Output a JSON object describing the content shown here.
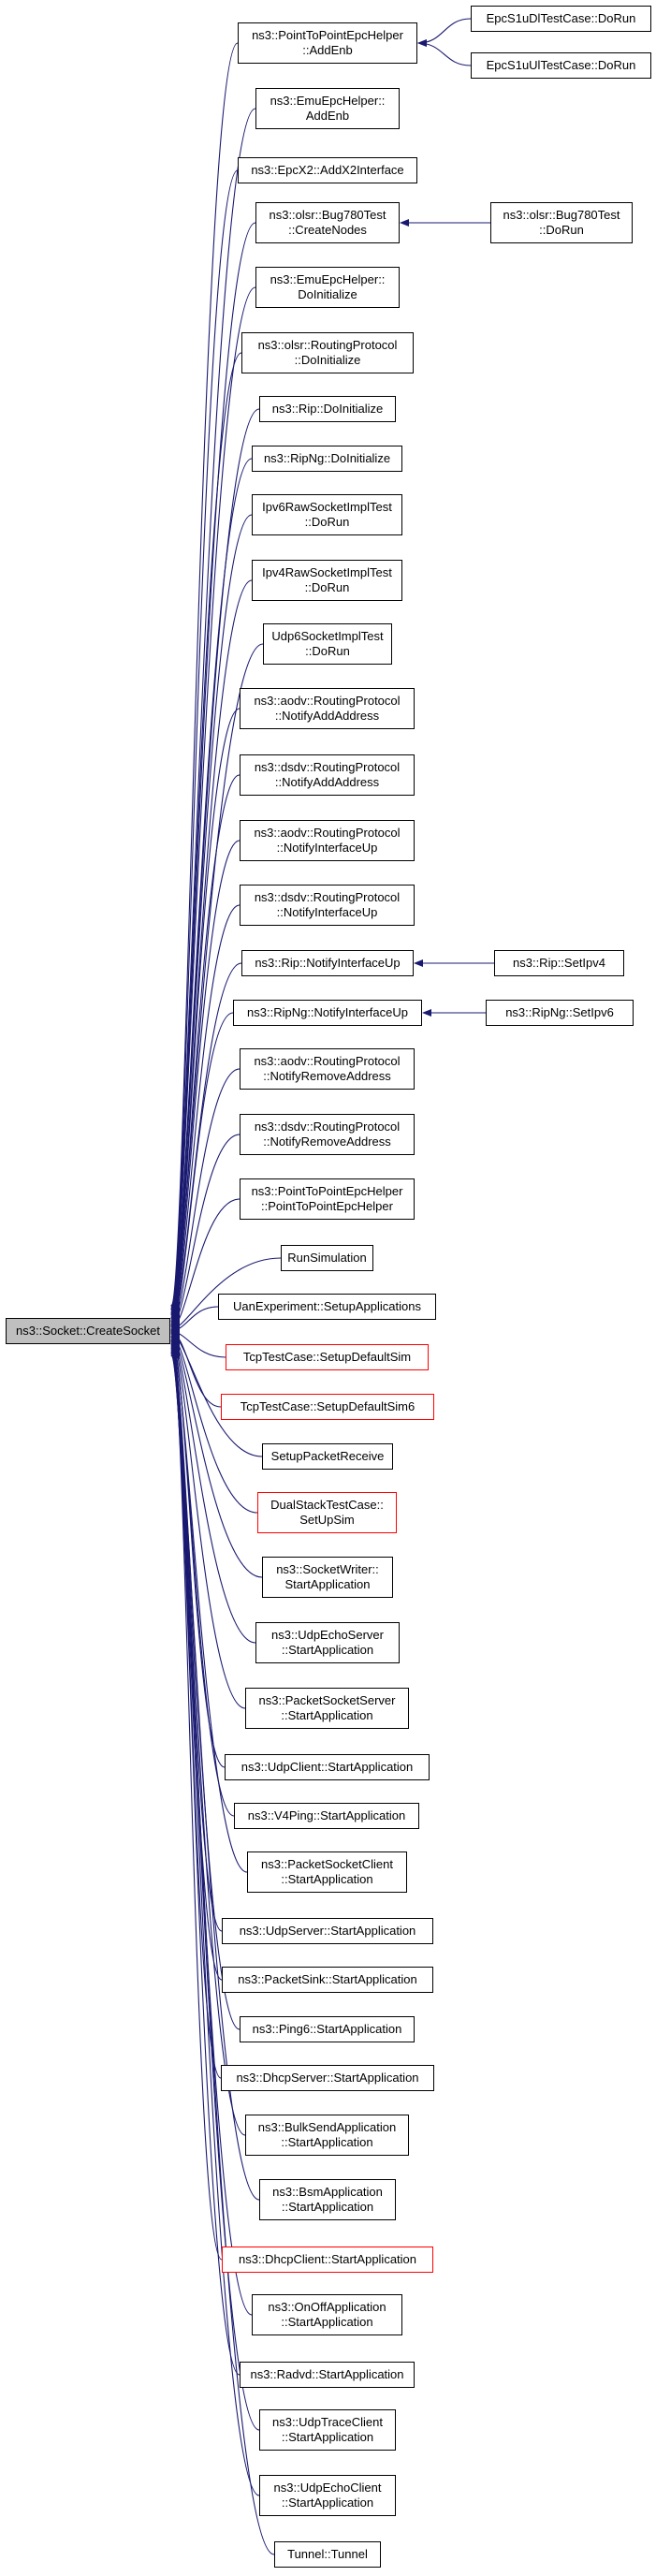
{
  "colors": {
    "edge": "#191970",
    "border": "#000000",
    "red_border": "#ff0000",
    "root_fill": "#bfbfbf"
  },
  "root": {
    "label": "ns3::Socket::CreateSocket"
  },
  "callers": [
    {
      "id": "c0",
      "lines": [
        "ns3::PointToPointEpcHelper",
        "::AddEnb"
      ]
    },
    {
      "id": "c1",
      "lines": [
        "ns3::EmuEpcHelper::",
        "AddEnb"
      ]
    },
    {
      "id": "c2",
      "lines": [
        "ns3::EpcX2::AddX2Interface"
      ]
    },
    {
      "id": "c3",
      "lines": [
        "ns3::olsr::Bug780Test",
        "::CreateNodes"
      ]
    },
    {
      "id": "c4",
      "lines": [
        "ns3::EmuEpcHelper::",
        "DoInitialize"
      ]
    },
    {
      "id": "c5",
      "lines": [
        "ns3::olsr::RoutingProtocol",
        "::DoInitialize"
      ]
    },
    {
      "id": "c6",
      "lines": [
        "ns3::Rip::DoInitialize"
      ]
    },
    {
      "id": "c7",
      "lines": [
        "ns3::RipNg::DoInitialize"
      ]
    },
    {
      "id": "c8",
      "lines": [
        "Ipv6RawSocketImplTest",
        "::DoRun"
      ]
    },
    {
      "id": "c9",
      "lines": [
        "Ipv4RawSocketImplTest",
        "::DoRun"
      ]
    },
    {
      "id": "c10",
      "lines": [
        "Udp6SocketImplTest",
        "::DoRun"
      ]
    },
    {
      "id": "c11",
      "lines": [
        "ns3::aodv::RoutingProtocol",
        "::NotifyAddAddress"
      ]
    },
    {
      "id": "c12",
      "lines": [
        "ns3::dsdv::RoutingProtocol",
        "::NotifyAddAddress"
      ]
    },
    {
      "id": "c13",
      "lines": [
        "ns3::aodv::RoutingProtocol",
        "::NotifyInterfaceUp"
      ]
    },
    {
      "id": "c14",
      "lines": [
        "ns3::dsdv::RoutingProtocol",
        "::NotifyInterfaceUp"
      ]
    },
    {
      "id": "c15",
      "lines": [
        "ns3::Rip::NotifyInterfaceUp"
      ]
    },
    {
      "id": "c16",
      "lines": [
        "ns3::RipNg::NotifyInterfaceUp"
      ]
    },
    {
      "id": "c17",
      "lines": [
        "ns3::aodv::RoutingProtocol",
        "::NotifyRemoveAddress"
      ]
    },
    {
      "id": "c18",
      "lines": [
        "ns3::dsdv::RoutingProtocol",
        "::NotifyRemoveAddress"
      ]
    },
    {
      "id": "c19",
      "lines": [
        "ns3::PointToPointEpcHelper",
        "::PointToPointEpcHelper"
      ]
    },
    {
      "id": "c20",
      "lines": [
        "RunSimulation"
      ]
    },
    {
      "id": "c21",
      "lines": [
        "UanExperiment::SetupApplications"
      ]
    },
    {
      "id": "c22",
      "lines": [
        "TcpTestCase::SetupDefaultSim"
      ],
      "red": true
    },
    {
      "id": "c23",
      "lines": [
        "TcpTestCase::SetupDefaultSim6"
      ],
      "red": true
    },
    {
      "id": "c24",
      "lines": [
        "SetupPacketReceive"
      ]
    },
    {
      "id": "c25",
      "lines": [
        "DualStackTestCase::",
        "SetUpSim"
      ],
      "red": true
    },
    {
      "id": "c26",
      "lines": [
        "ns3::SocketWriter::",
        "StartApplication"
      ]
    },
    {
      "id": "c27",
      "lines": [
        "ns3::UdpEchoServer",
        "::StartApplication"
      ]
    },
    {
      "id": "c28",
      "lines": [
        "ns3::PacketSocketServer",
        "::StartApplication"
      ]
    },
    {
      "id": "c29",
      "lines": [
        "ns3::UdpClient::StartApplication"
      ]
    },
    {
      "id": "c30",
      "lines": [
        "ns3::V4Ping::StartApplication"
      ]
    },
    {
      "id": "c31",
      "lines": [
        "ns3::PacketSocketClient",
        "::StartApplication"
      ]
    },
    {
      "id": "c32",
      "lines": [
        "ns3::UdpServer::StartApplication"
      ]
    },
    {
      "id": "c33",
      "lines": [
        "ns3::PacketSink::StartApplication"
      ]
    },
    {
      "id": "c34",
      "lines": [
        "ns3::Ping6::StartApplication"
      ]
    },
    {
      "id": "c35",
      "lines": [
        "ns3::DhcpServer::StartApplication"
      ]
    },
    {
      "id": "c36",
      "lines": [
        "ns3::BulkSendApplication",
        "::StartApplication"
      ]
    },
    {
      "id": "c37",
      "lines": [
        "ns3::BsmApplication",
        "::StartApplication"
      ]
    },
    {
      "id": "c38",
      "lines": [
        "ns3::DhcpClient::StartApplication"
      ],
      "red": true
    },
    {
      "id": "c39",
      "lines": [
        "ns3::OnOffApplication",
        "::StartApplication"
      ]
    },
    {
      "id": "c40",
      "lines": [
        "ns3::Radvd::StartApplication"
      ]
    },
    {
      "id": "c41",
      "lines": [
        "ns3::UdpTraceClient",
        "::StartApplication"
      ]
    },
    {
      "id": "c42",
      "lines": [
        "ns3::UdpEchoClient",
        "::StartApplication"
      ]
    },
    {
      "id": "c43",
      "lines": [
        "Tunnel::Tunnel"
      ]
    }
  ],
  "outer": [
    {
      "id": "o0",
      "lines": [
        "EpcS1uDlTestCase::DoRun"
      ],
      "target": "c0"
    },
    {
      "id": "o1",
      "lines": [
        "EpcS1uUlTestCase::DoRun"
      ],
      "target": "c0"
    },
    {
      "id": "o2",
      "lines": [
        "ns3::olsr::Bug780Test",
        "::DoRun"
      ],
      "target": "c3"
    },
    {
      "id": "o3",
      "lines": [
        "ns3::Rip::SetIpv4"
      ],
      "target": "c15"
    },
    {
      "id": "o4",
      "lines": [
        "ns3::RipNg::SetIpv6"
      ],
      "target": "c16"
    }
  ]
}
